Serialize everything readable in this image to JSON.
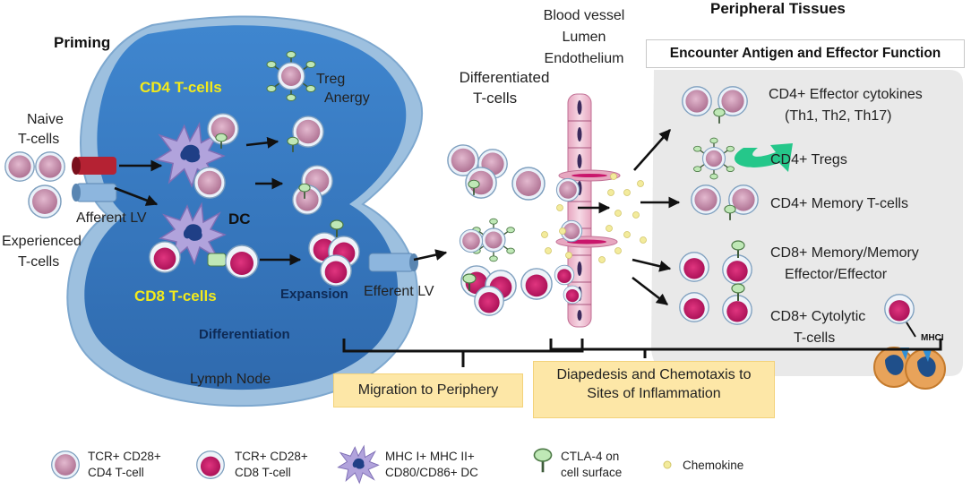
{
  "title_priming": "Priming",
  "title_peripheral": "Peripheral Tissues",
  "encounter_title": "Encounter Antigen and Effector Function",
  "vessel_labels": [
    "Blood vessel",
    "Lumen",
    "Endothelium"
  ],
  "lymph_node": {
    "cd4_label": "CD4 T-cells",
    "cd8_label": "CD8 T-cells",
    "treg": "Treg",
    "anergy": "Anergy",
    "dc": "DC",
    "expansion": "Expansion",
    "differentiation": "Differentiation",
    "lymph_node_label": "Lymph Node",
    "afferent_lv": "Afferent LV",
    "efferent_lv": "Efferent  LV"
  },
  "inputs": {
    "naive": [
      "Naive",
      "T-cells"
    ],
    "experienced": [
      "Experienced",
      "T-cells"
    ]
  },
  "differentiated": [
    "Differentiated",
    "T-cells"
  ],
  "outcomes": [
    {
      "lines": [
        "CD4+ Effector cytokines",
        "(Th1, Th2, Th17)"
      ]
    },
    {
      "lines": [
        "CD4+ Tregs"
      ]
    },
    {
      "lines": [
        "CD4+ Memory T-cells"
      ]
    },
    {
      "lines": [
        "CD8+ Memory/Memory",
        "Effector/Effector"
      ]
    },
    {
      "lines": [
        "CD8+ Cytolytic",
        "T-cells"
      ]
    }
  ],
  "mhci": "MHCI",
  "boxes": {
    "migration": "Migration to Periphery",
    "diapedesis": [
      "Diapedesis and Chemotaxis to",
      "Sites of Inflammation"
    ]
  },
  "legend": [
    {
      "lines": [
        "TCR+ CD28+",
        "CD4 T-cell"
      ],
      "icon": "cd4-cell-icon"
    },
    {
      "lines": [
        "TCR+ CD28+",
        "CD8 T-cell"
      ],
      "icon": "cd8-cell-icon"
    },
    {
      "lines": [
        "MHC I+ MHC II+",
        "CD80/CD86+ DC"
      ],
      "icon": "dendritic-cell-icon"
    },
    {
      "lines": [
        "CTLA-4 on",
        "cell surface"
      ],
      "icon": "ctla4-icon"
    },
    {
      "lines": [
        "Chemokine"
      ],
      "icon": "chemokine-dot-icon"
    }
  ],
  "colors": {
    "lymph_node": "#3b7ec6",
    "lymph_node_rim": "#9dc0df",
    "cd4_cell": "#c996b4",
    "cd8_cell": "#c9166b",
    "dc": "#a99ad6",
    "ctla4": "#bfe8b6",
    "chemokine": "#f3eb9c",
    "label_box": "#fde7a7",
    "tissue_panel": "#e9e9e9"
  }
}
